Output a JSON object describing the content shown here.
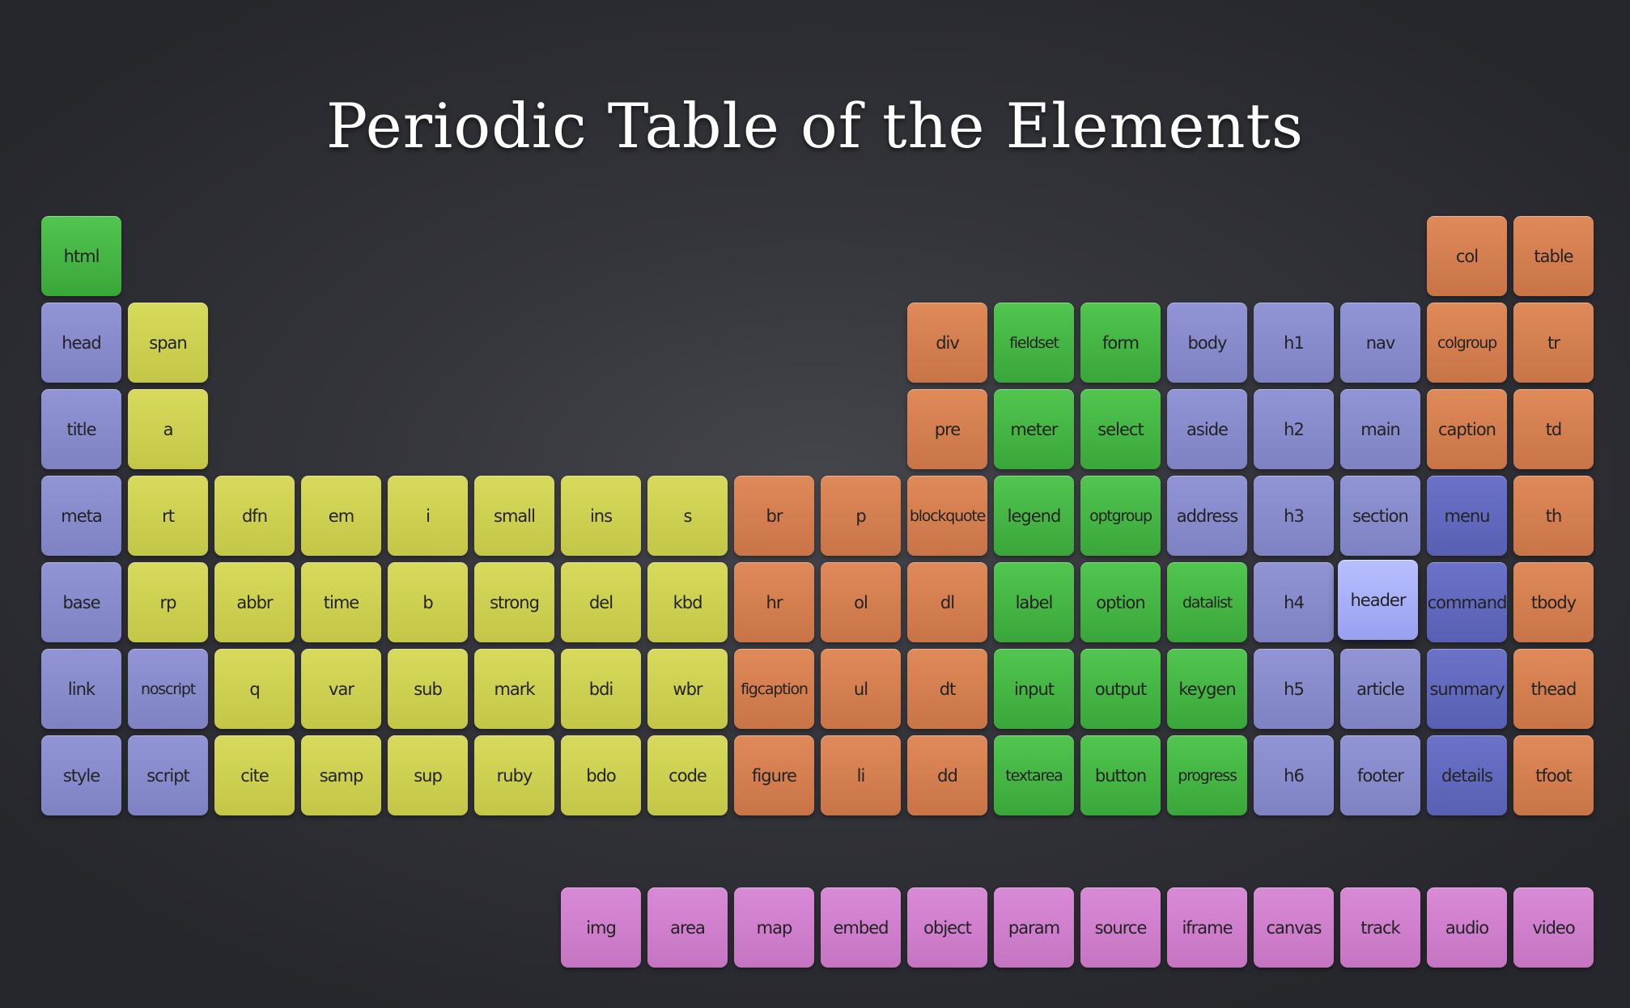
{
  "page": {
    "title": "Periodic Table of the Elements"
  },
  "colors": {
    "root": "#46b544",
    "metadata": "#8689ca",
    "inline_text": "#cdd04f",
    "grouping": "#d67e50",
    "forms": "#46b544",
    "sections": "#8689ca",
    "interactive": "#6168bc",
    "table": "#d67e50",
    "embedded": "#d07ecd",
    "highlighted": "#a6adf8"
  },
  "tiles": [
    {
      "label": "html",
      "row": 0,
      "col": 0,
      "category": "root"
    },
    {
      "label": "col",
      "row": 0,
      "col": 16,
      "category": "table"
    },
    {
      "label": "table",
      "row": 0,
      "col": 17,
      "category": "table"
    },
    {
      "label": "head",
      "row": 1,
      "col": 0,
      "category": "meta"
    },
    {
      "label": "span",
      "row": 1,
      "col": 1,
      "category": "inline"
    },
    {
      "label": "div",
      "row": 1,
      "col": 10,
      "category": "block"
    },
    {
      "label": "fieldset",
      "row": 1,
      "col": 11,
      "category": "form"
    },
    {
      "label": "form",
      "row": 1,
      "col": 12,
      "category": "form"
    },
    {
      "label": "body",
      "row": 1,
      "col": 13,
      "category": "section"
    },
    {
      "label": "h1",
      "row": 1,
      "col": 14,
      "category": "section"
    },
    {
      "label": "nav",
      "row": 1,
      "col": 15,
      "category": "section"
    },
    {
      "label": "colgroup",
      "row": 1,
      "col": 16,
      "category": "table"
    },
    {
      "label": "tr",
      "row": 1,
      "col": 17,
      "category": "table"
    },
    {
      "label": "title",
      "row": 2,
      "col": 0,
      "category": "meta"
    },
    {
      "label": "a",
      "row": 2,
      "col": 1,
      "category": "inline"
    },
    {
      "label": "pre",
      "row": 2,
      "col": 10,
      "category": "block"
    },
    {
      "label": "meter",
      "row": 2,
      "col": 11,
      "category": "form"
    },
    {
      "label": "select",
      "row": 2,
      "col": 12,
      "category": "form"
    },
    {
      "label": "aside",
      "row": 2,
      "col": 13,
      "category": "section"
    },
    {
      "label": "h2",
      "row": 2,
      "col": 14,
      "category": "section"
    },
    {
      "label": "main",
      "row": 2,
      "col": 15,
      "category": "section"
    },
    {
      "label": "caption",
      "row": 2,
      "col": 16,
      "category": "table"
    },
    {
      "label": "td",
      "row": 2,
      "col": 17,
      "category": "table"
    },
    {
      "label": "meta",
      "row": 3,
      "col": 0,
      "category": "meta"
    },
    {
      "label": "rt",
      "row": 3,
      "col": 1,
      "category": "inline"
    },
    {
      "label": "dfn",
      "row": 3,
      "col": 2,
      "category": "inline"
    },
    {
      "label": "em",
      "row": 3,
      "col": 3,
      "category": "inline"
    },
    {
      "label": "i",
      "row": 3,
      "col": 4,
      "category": "inline"
    },
    {
      "label": "small",
      "row": 3,
      "col": 5,
      "category": "inline"
    },
    {
      "label": "ins",
      "row": 3,
      "col": 6,
      "category": "inline"
    },
    {
      "label": "s",
      "row": 3,
      "col": 7,
      "category": "inline"
    },
    {
      "label": "br",
      "row": 3,
      "col": 8,
      "category": "block"
    },
    {
      "label": "p",
      "row": 3,
      "col": 9,
      "category": "block"
    },
    {
      "label": "blockquote",
      "row": 3,
      "col": 10,
      "category": "block"
    },
    {
      "label": "legend",
      "row": 3,
      "col": 11,
      "category": "form"
    },
    {
      "label": "optgroup",
      "row": 3,
      "col": 12,
      "category": "form"
    },
    {
      "label": "address",
      "row": 3,
      "col": 13,
      "category": "section"
    },
    {
      "label": "h3",
      "row": 3,
      "col": 14,
      "category": "section"
    },
    {
      "label": "section",
      "row": 3,
      "col": 15,
      "category": "section"
    },
    {
      "label": "menu",
      "row": 3,
      "col": 16,
      "category": "interact"
    },
    {
      "label": "th",
      "row": 3,
      "col": 17,
      "category": "table"
    },
    {
      "label": "base",
      "row": 4,
      "col": 0,
      "category": "meta"
    },
    {
      "label": "rp",
      "row": 4,
      "col": 1,
      "category": "inline"
    },
    {
      "label": "abbr",
      "row": 4,
      "col": 2,
      "category": "inline"
    },
    {
      "label": "time",
      "row": 4,
      "col": 3,
      "category": "inline"
    },
    {
      "label": "b",
      "row": 4,
      "col": 4,
      "category": "inline"
    },
    {
      "label": "strong",
      "row": 4,
      "col": 5,
      "category": "inline"
    },
    {
      "label": "del",
      "row": 4,
      "col": 6,
      "category": "inline"
    },
    {
      "label": "kbd",
      "row": 4,
      "col": 7,
      "category": "inline"
    },
    {
      "label": "hr",
      "row": 4,
      "col": 8,
      "category": "block"
    },
    {
      "label": "ol",
      "row": 4,
      "col": 9,
      "category": "block"
    },
    {
      "label": "dl",
      "row": 4,
      "col": 10,
      "category": "block"
    },
    {
      "label": "label",
      "row": 4,
      "col": 11,
      "category": "form"
    },
    {
      "label": "option",
      "row": 4,
      "col": 12,
      "category": "form"
    },
    {
      "label": "datalist",
      "row": 4,
      "col": 13,
      "category": "form"
    },
    {
      "label": "h4",
      "row": 4,
      "col": 14,
      "category": "section"
    },
    {
      "label": "header",
      "row": 4,
      "col": 15,
      "category": "highlight"
    },
    {
      "label": "command",
      "row": 4,
      "col": 16,
      "category": "interact"
    },
    {
      "label": "tbody",
      "row": 4,
      "col": 17,
      "category": "table"
    },
    {
      "label": "link",
      "row": 5,
      "col": 0,
      "category": "meta"
    },
    {
      "label": "noscript",
      "row": 5,
      "col": 1,
      "category": "meta"
    },
    {
      "label": "q",
      "row": 5,
      "col": 2,
      "category": "inline"
    },
    {
      "label": "var",
      "row": 5,
      "col": 3,
      "category": "inline"
    },
    {
      "label": "sub",
      "row": 5,
      "col": 4,
      "category": "inline"
    },
    {
      "label": "mark",
      "row": 5,
      "col": 5,
      "category": "inline"
    },
    {
      "label": "bdi",
      "row": 5,
      "col": 6,
      "category": "inline"
    },
    {
      "label": "wbr",
      "row": 5,
      "col": 7,
      "category": "inline"
    },
    {
      "label": "figcaption",
      "row": 5,
      "col": 8,
      "category": "block"
    },
    {
      "label": "ul",
      "row": 5,
      "col": 9,
      "category": "block"
    },
    {
      "label": "dt",
      "row": 5,
      "col": 10,
      "category": "block"
    },
    {
      "label": "input",
      "row": 5,
      "col": 11,
      "category": "form"
    },
    {
      "label": "output",
      "row": 5,
      "col": 12,
      "category": "form"
    },
    {
      "label": "keygen",
      "row": 5,
      "col": 13,
      "category": "form"
    },
    {
      "label": "h5",
      "row": 5,
      "col": 14,
      "category": "section"
    },
    {
      "label": "article",
      "row": 5,
      "col": 15,
      "category": "section"
    },
    {
      "label": "summary",
      "row": 5,
      "col": 16,
      "category": "interact"
    },
    {
      "label": "thead",
      "row": 5,
      "col": 17,
      "category": "table"
    },
    {
      "label": "style",
      "row": 6,
      "col": 0,
      "category": "meta"
    },
    {
      "label": "script",
      "row": 6,
      "col": 1,
      "category": "meta"
    },
    {
      "label": "cite",
      "row": 6,
      "col": 2,
      "category": "inline"
    },
    {
      "label": "samp",
      "row": 6,
      "col": 3,
      "category": "inline"
    },
    {
      "label": "sup",
      "row": 6,
      "col": 4,
      "category": "inline"
    },
    {
      "label": "ruby",
      "row": 6,
      "col": 5,
      "category": "inline"
    },
    {
      "label": "bdo",
      "row": 6,
      "col": 6,
      "category": "inline"
    },
    {
      "label": "code",
      "row": 6,
      "col": 7,
      "category": "inline"
    },
    {
      "label": "figure",
      "row": 6,
      "col": 8,
      "category": "block"
    },
    {
      "label": "li",
      "row": 6,
      "col": 9,
      "category": "block"
    },
    {
      "label": "dd",
      "row": 6,
      "col": 10,
      "category": "block"
    },
    {
      "label": "textarea",
      "row": 6,
      "col": 11,
      "category": "form"
    },
    {
      "label": "button",
      "row": 6,
      "col": 12,
      "category": "form"
    },
    {
      "label": "progress",
      "row": 6,
      "col": 13,
      "category": "form"
    },
    {
      "label": "h6",
      "row": 6,
      "col": 14,
      "category": "section"
    },
    {
      "label": "footer",
      "row": 6,
      "col": 15,
      "category": "section"
    },
    {
      "label": "details",
      "row": 6,
      "col": 16,
      "category": "interact"
    },
    {
      "label": "tfoot",
      "row": 6,
      "col": 17,
      "category": "table"
    },
    {
      "label": "img",
      "row": 8,
      "col": 6,
      "category": "embed"
    },
    {
      "label": "area",
      "row": 8,
      "col": 7,
      "category": "embed"
    },
    {
      "label": "map",
      "row": 8,
      "col": 8,
      "category": "embed"
    },
    {
      "label": "embed",
      "row": 8,
      "col": 9,
      "category": "embed"
    },
    {
      "label": "object",
      "row": 8,
      "col": 10,
      "category": "embed"
    },
    {
      "label": "param",
      "row": 8,
      "col": 11,
      "category": "embed"
    },
    {
      "label": "source",
      "row": 8,
      "col": 12,
      "category": "embed"
    },
    {
      "label": "iframe",
      "row": 8,
      "col": 13,
      "category": "embed"
    },
    {
      "label": "canvas",
      "row": 8,
      "col": 14,
      "category": "embed"
    },
    {
      "label": "track",
      "row": 8,
      "col": 15,
      "category": "embed"
    },
    {
      "label": "audio",
      "row": 8,
      "col": 16,
      "category": "embed"
    },
    {
      "label": "video",
      "row": 8,
      "col": 17,
      "category": "embed"
    }
  ]
}
